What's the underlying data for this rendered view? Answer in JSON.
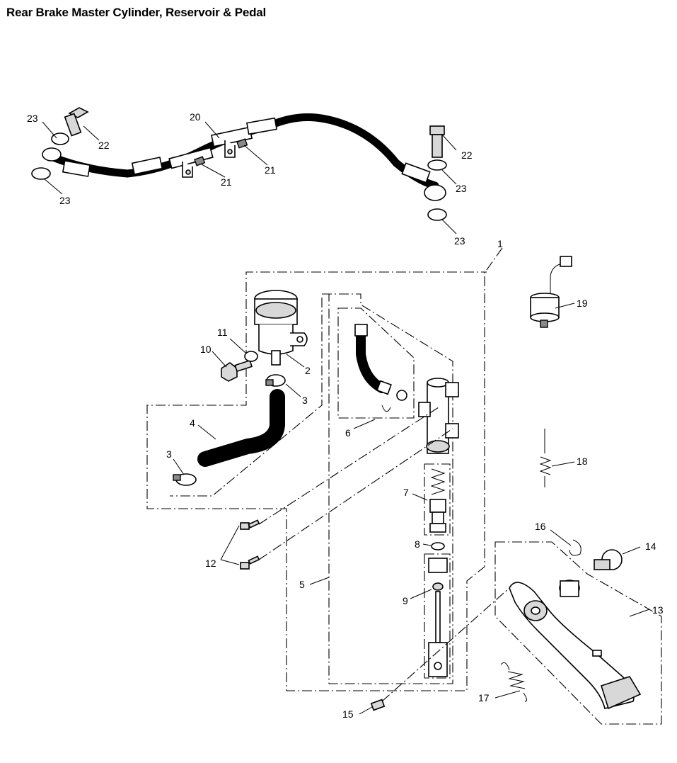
{
  "title": "Rear Brake Master Cylinder, Reservoir & Pedal",
  "callouts": {
    "c1": "1",
    "c2": "2",
    "c3a": "3",
    "c3b": "3",
    "c4": "4",
    "c5": "5",
    "c6": "6",
    "c7": "7",
    "c8": "8",
    "c9": "9",
    "c10": "10",
    "c11": "11",
    "c12": "12",
    "c13": "13",
    "c14": "14",
    "c15": "15",
    "c16": "16",
    "c17": "17",
    "c18": "18",
    "c19": "19",
    "c20": "20",
    "c21a": "21",
    "c21b": "21",
    "c22a": "22",
    "c22b": "22",
    "c23a": "23",
    "c23b": "23",
    "c23c": "23",
    "c23d": "23"
  }
}
